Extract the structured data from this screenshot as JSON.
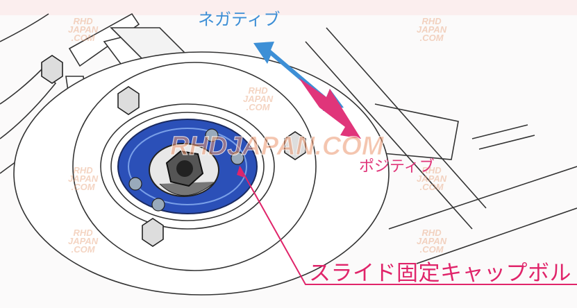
{
  "labels": {
    "negative": "ネガティブ",
    "positive": "ポジティブ",
    "slide_bolt": "スライド固定キャップボルト"
  },
  "watermark": {
    "main": "RHDJAPAN.COM",
    "small": [
      "RHD",
      "JAPAN",
      ".COM"
    ]
  },
  "colors": {
    "negative_arrow": "#3d8fd6",
    "positive_arrow": "#e0357a",
    "callout": "#e0246a",
    "plate": "#2b50b8"
  }
}
